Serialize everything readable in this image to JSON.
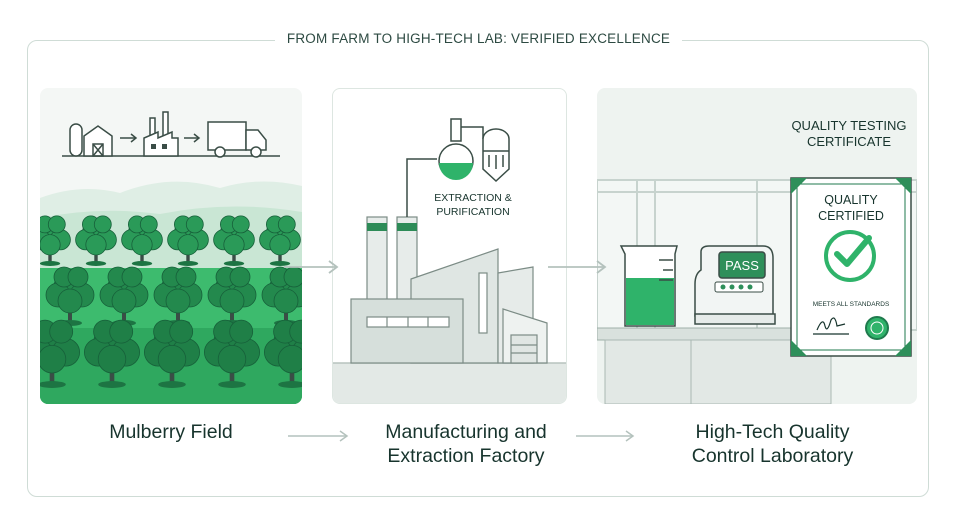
{
  "banner": {
    "title": "FROM FARM TO HIGH-TECH LAB: VERIFIED EXCELLENCE"
  },
  "stages": [
    {
      "caption_line1": "Mulberry Field",
      "caption_line2": ""
    },
    {
      "caption_line1": "Manufacturing and",
      "caption_line2": "Extraction Factory"
    },
    {
      "caption_line1": "High-Tech Quality",
      "caption_line2": "Control Laboratory"
    }
  ],
  "factory": {
    "process_label_line1": "EXTRACTION &",
    "process_label_line2": "PURIFICATION"
  },
  "lab": {
    "analyzer_display": "PASS",
    "certificate_header_line1": "QUALITY TESTING",
    "certificate_header_line2": "CERTIFICATE",
    "certificate_title_line1": "QUALITY",
    "certificate_title_line2": "CERTIFIED",
    "certificate_note": "MEETS ALL STANDARDS"
  },
  "icons": {
    "farm_chain": [
      "silo-barn-icon",
      "factory-icon",
      "truck-icon"
    ],
    "certificate": "checkmark-icon",
    "seal": "seal-icon"
  },
  "colors": {
    "accent": "#2fb36a",
    "accent_dark": "#1f7a4d",
    "text": "#17342d",
    "line": "#aab8b2"
  }
}
